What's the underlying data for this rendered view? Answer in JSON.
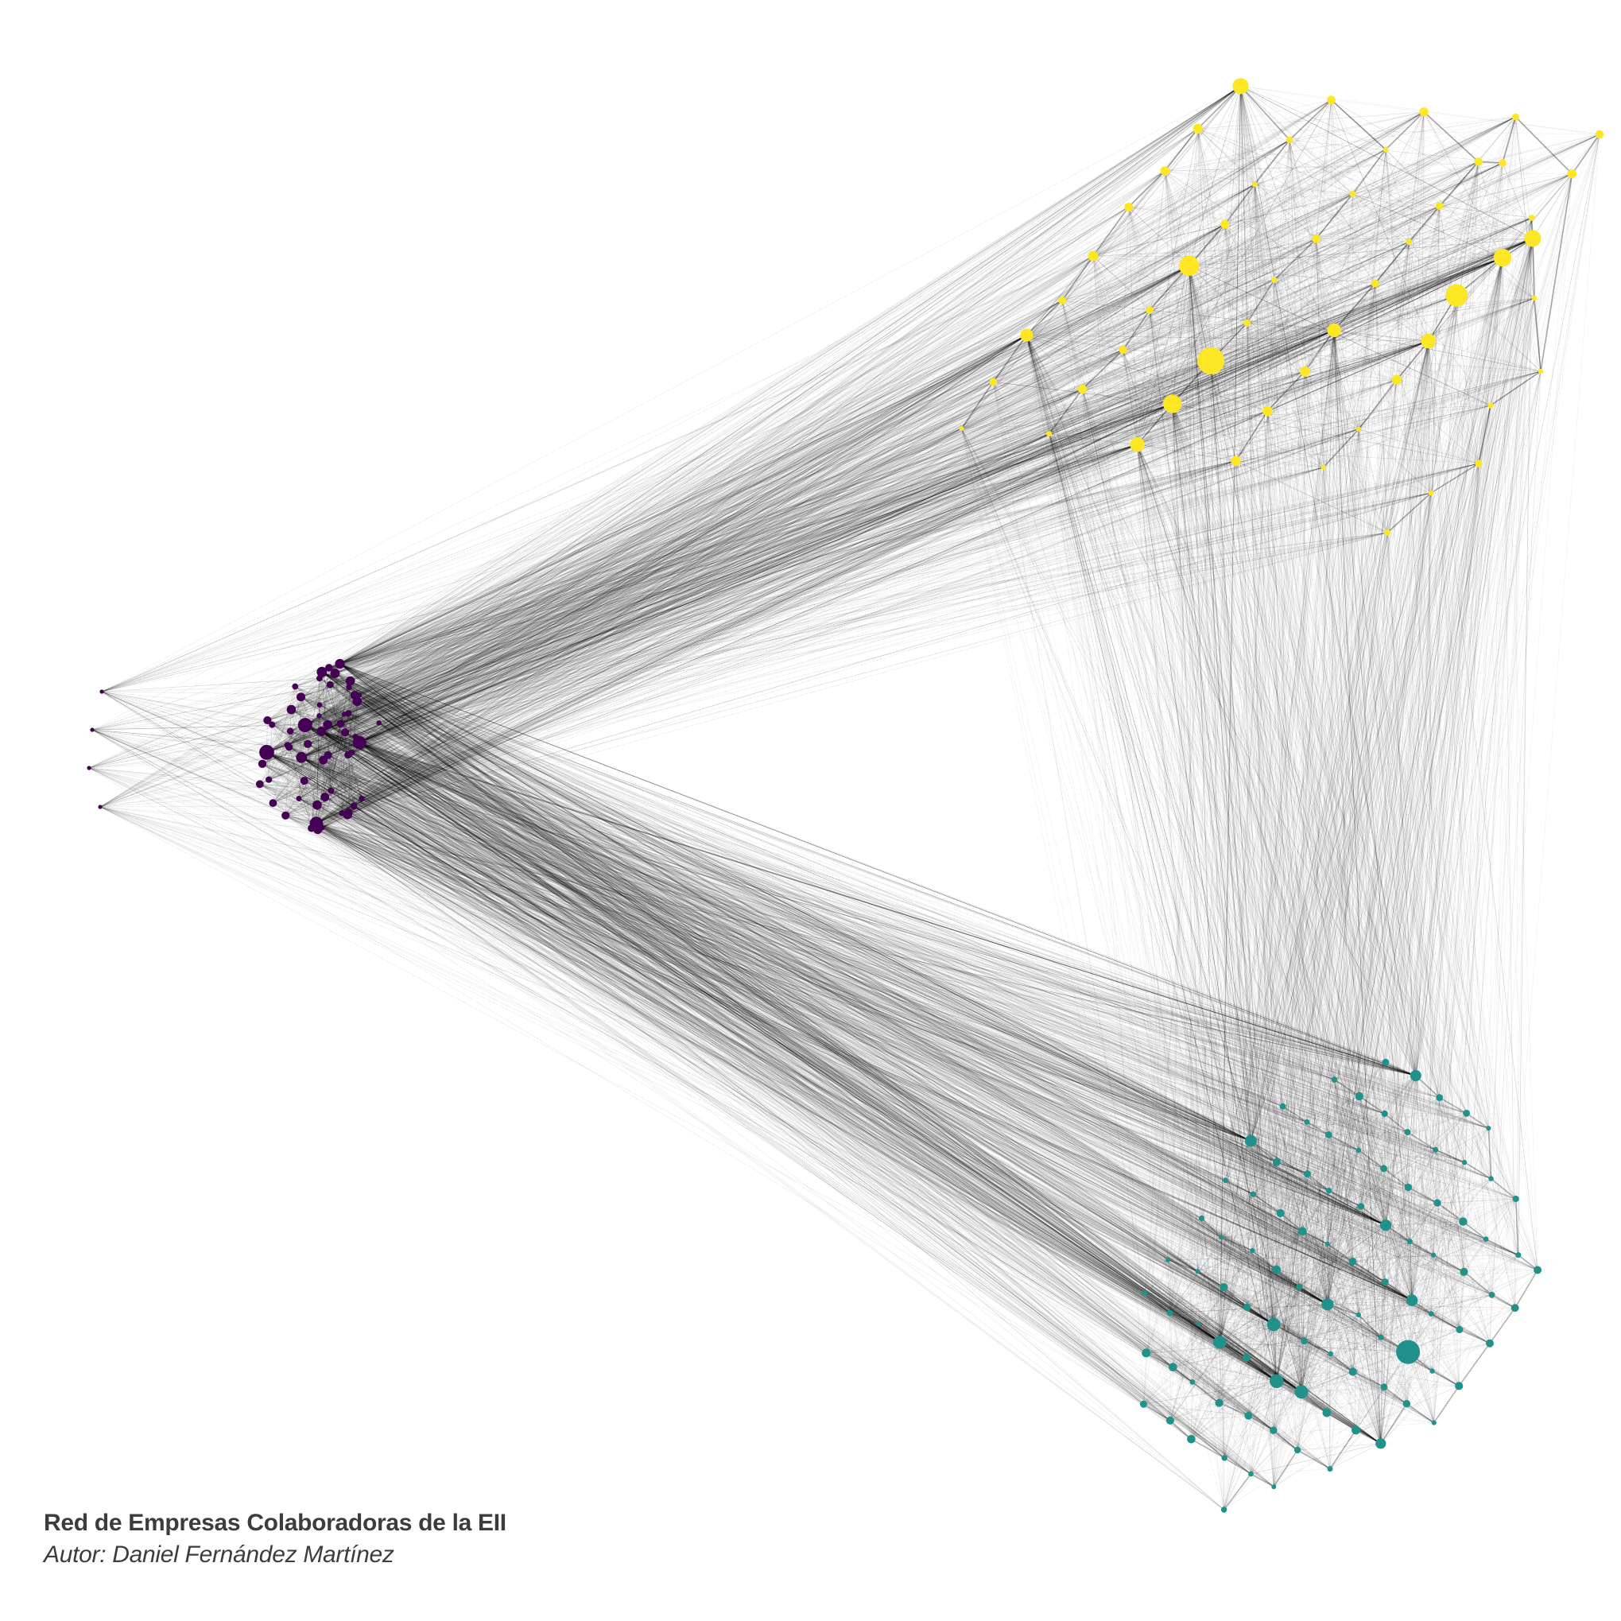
{
  "caption": {
    "title": "Red de Empresas Colaboradoras de la EII",
    "author": "Autor: Daniel Fernández Martínez"
  },
  "colors": {
    "background": "#ffffff",
    "edge": "#000000",
    "caption_text": "#3c3c3c",
    "communities": {
      "purple": "#440154",
      "yellow": "#fde725",
      "teal": "#21918c"
    }
  },
  "network": {
    "layout": "force-directed, three communities",
    "edge_style": "thin semi-transparent grey lines",
    "communities": [
      {
        "id": "purple",
        "node_color": "#440154",
        "node_count": 62
      },
      {
        "id": "yellow",
        "node_color": "#fde725",
        "node_count": 52
      },
      {
        "id": "teal",
        "node_color": "#21918c",
        "node_count": 103
      }
    ]
  }
}
